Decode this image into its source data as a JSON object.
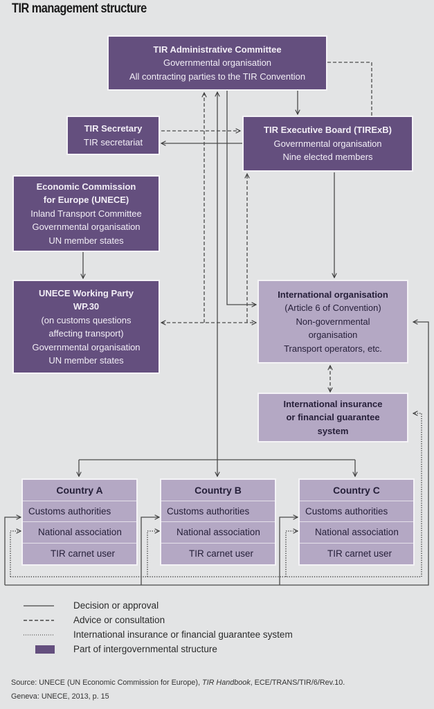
{
  "title": "TIR management structure",
  "colors": {
    "intergovernmental": "#644f7e",
    "non_governmental": "#b4a8c4",
    "background": "#e3e4e5",
    "line": "#444444"
  },
  "nodes": {
    "admin_committee": {
      "heading": "TIR Administrative Committee",
      "lines": [
        "Governmental organisation",
        "All contracting parties to the TIR Convention"
      ]
    },
    "secretary": {
      "heading": "TIR Secretary",
      "lines": [
        "TIR secretariat"
      ]
    },
    "executive_board": {
      "heading": "TIR Executive Board (TIRExB)",
      "lines": [
        "Governmental organisation",
        "Nine elected members"
      ]
    },
    "unece": {
      "heading": [
        "Economic Commission",
        "for Europe (UNECE)"
      ],
      "lines": [
        "Inland Transport Committee",
        "Governmental organisation",
        "UN member states"
      ]
    },
    "wp30": {
      "heading": [
        "UNECE Working Party",
        "WP.30"
      ],
      "lines": [
        "(on customs questions",
        "affecting transport)",
        "Governmental organisation",
        "UN member states"
      ]
    },
    "intl_org": {
      "heading": "International organisation",
      "lines": [
        "(Article 6 of Convention)",
        "Non-governmental",
        "organisation",
        "Transport operators, etc."
      ]
    },
    "insurance": {
      "heading": [
        "International insurance",
        "or financial guarantee",
        "system"
      ]
    }
  },
  "countries": [
    {
      "name": "Country A",
      "rows": [
        "Customs authorities",
        "National association",
        "TIR carnet user"
      ]
    },
    {
      "name": "Country B",
      "rows": [
        "Customs authorities",
        "National association",
        "TIR carnet user"
      ]
    },
    {
      "name": "Country C",
      "rows": [
        "Customs authorities",
        "National association",
        "TIR carnet user"
      ]
    }
  ],
  "legend": [
    {
      "style": "solid",
      "label": "Decision or approval"
    },
    {
      "style": "dashed",
      "label": "Advice or consultation"
    },
    {
      "style": "dotted",
      "label": "International insurance or financial guarantee system"
    },
    {
      "style": "swatch",
      "label": "Part of intergovernmental structure"
    }
  ],
  "source": {
    "prefix": "Source: UNECE (UN Economic Commission for Europe), ",
    "italic": "TIR Handbook",
    "suffix": ", ECE/TRANS/TIR/6/Rev.10.",
    "line2": "Geneva: UNECE, 2013, p. 15"
  }
}
